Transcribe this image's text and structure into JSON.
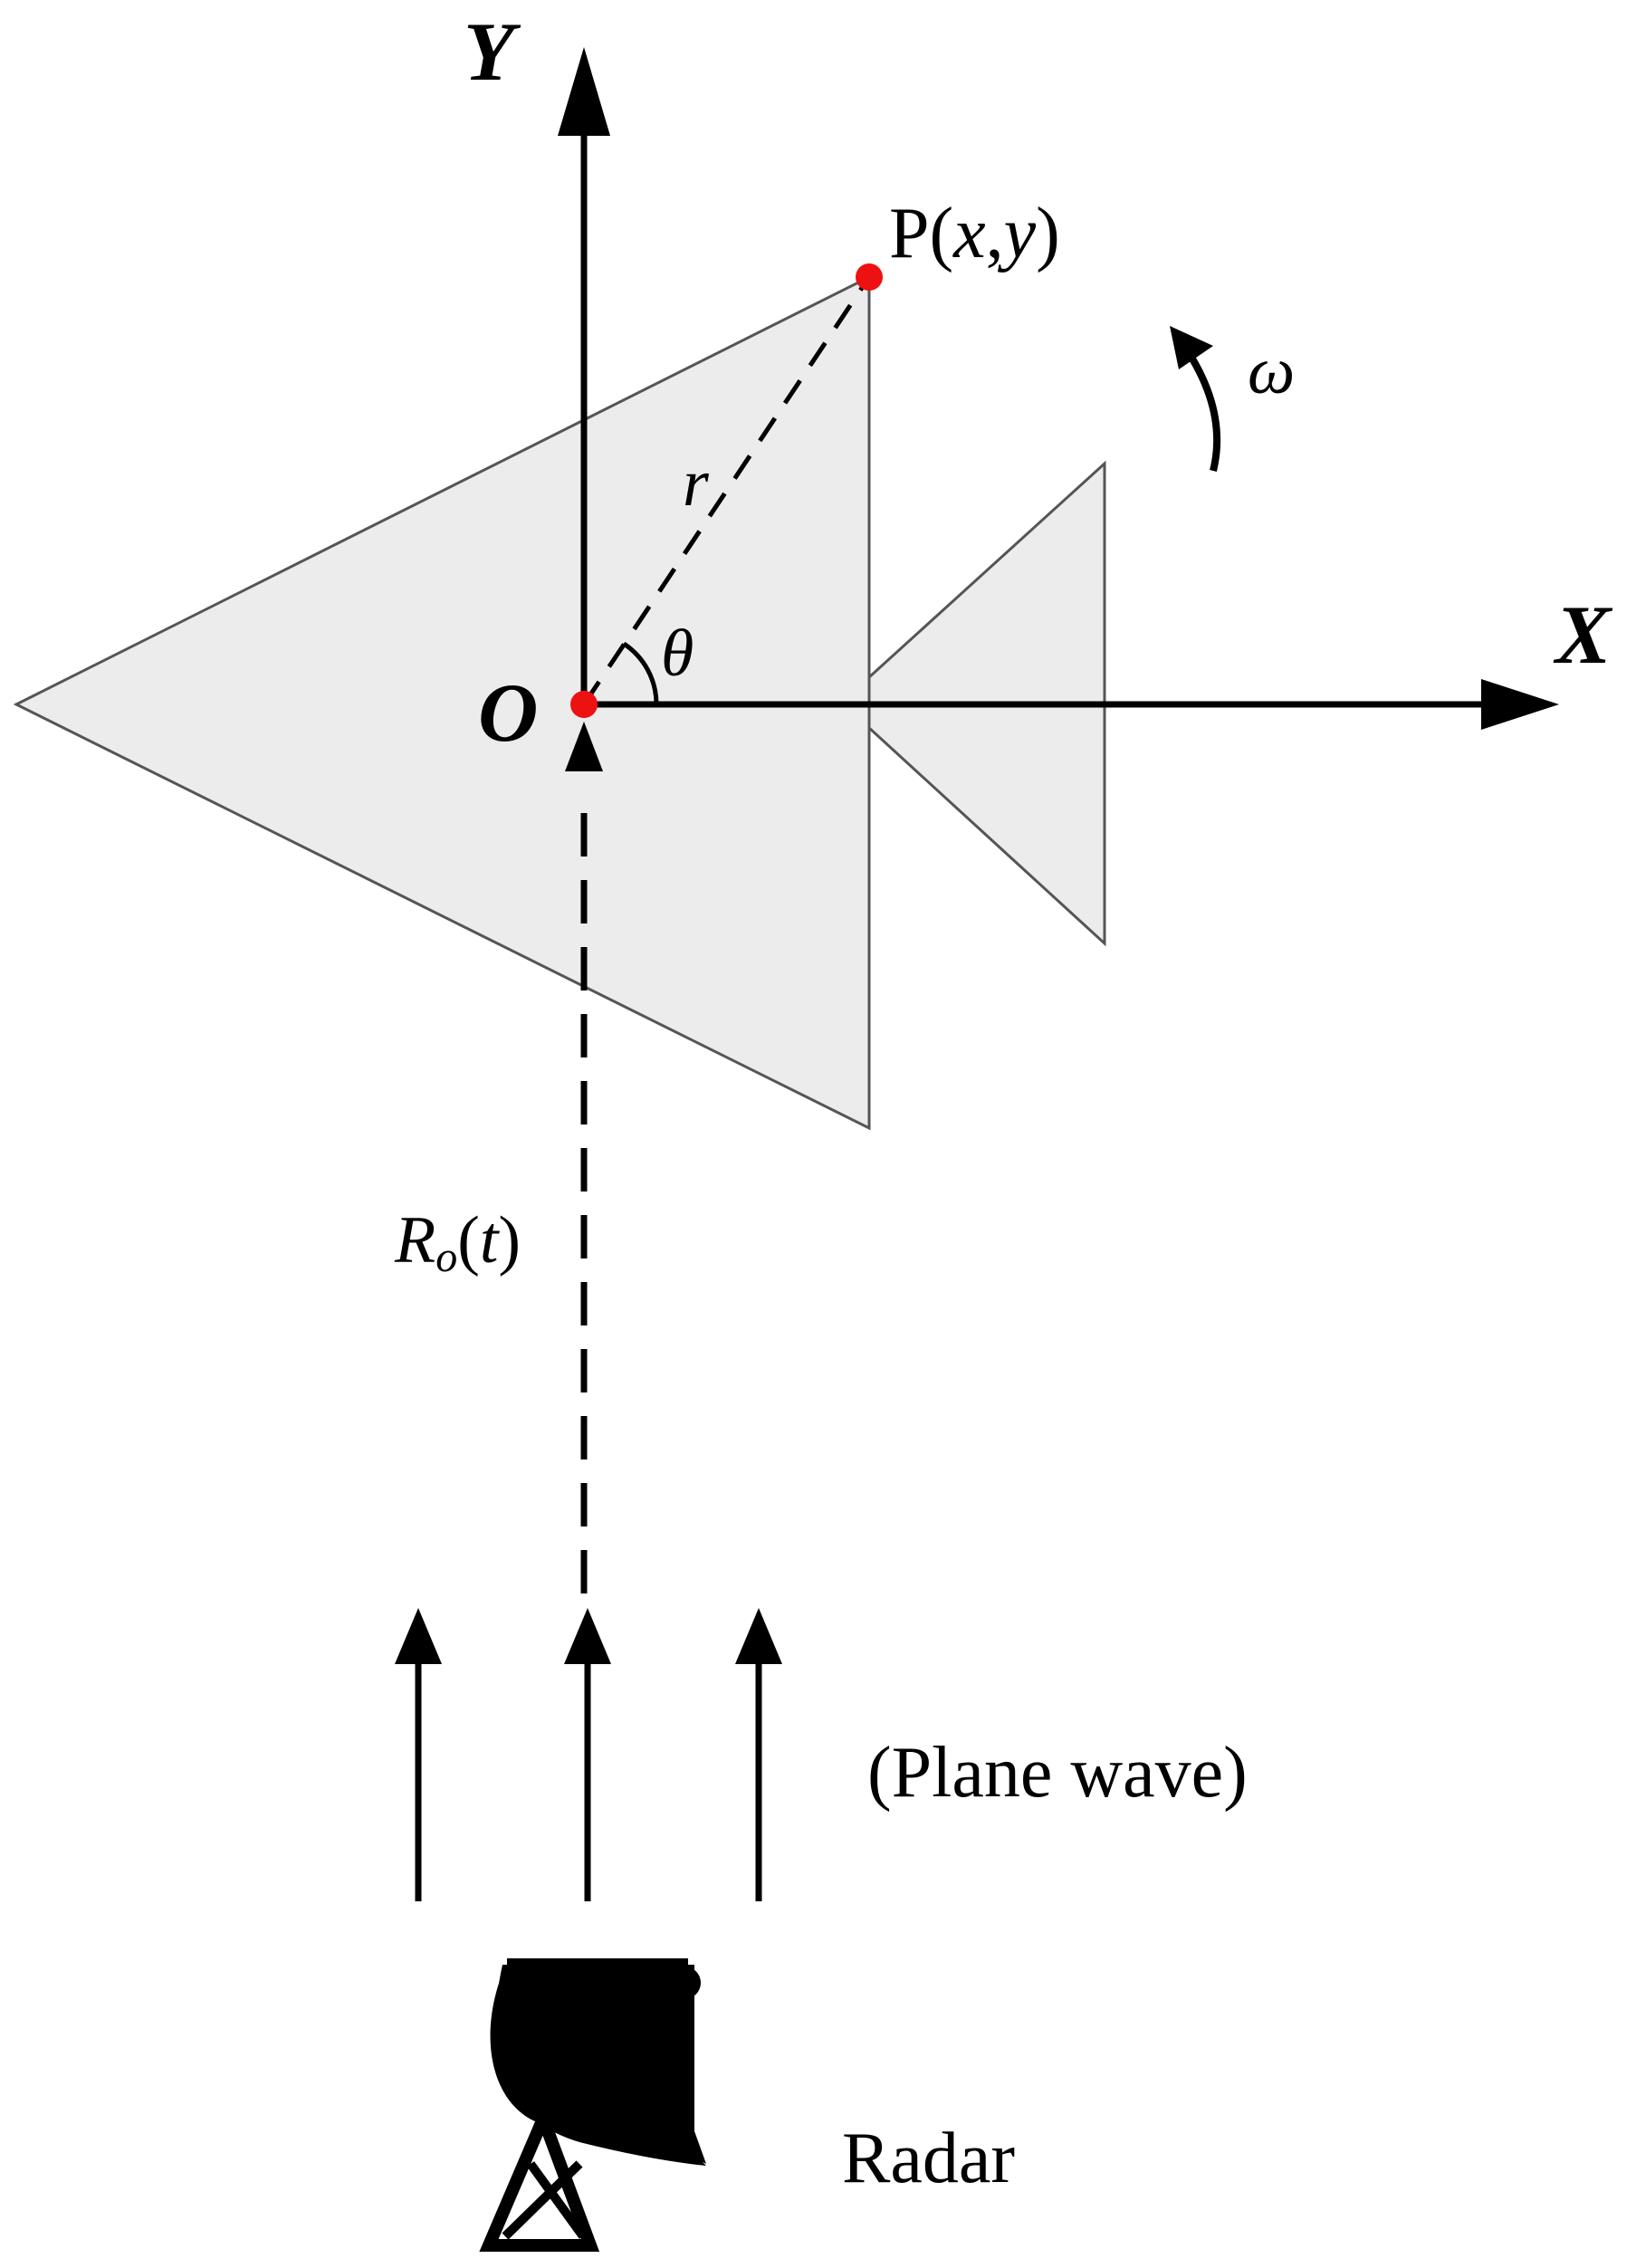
{
  "labels": {
    "y_axis": "Y",
    "x_axis": "X",
    "origin": "O",
    "point_prefix": "P(",
    "point_x": "x",
    "point_comma": ",",
    "point_y": "y",
    "point_suffix": ")",
    "radius": "r",
    "angle": "θ",
    "omega": "ω",
    "range_R": "R",
    "range_sub": "o",
    "range_paren_open": "(",
    "range_t": "t",
    "range_paren_close": ")",
    "plane_wave": "(Plane wave)",
    "radar": "Radar"
  },
  "colors": {
    "target_fill": "#ececec",
    "target_stroke": "#555555",
    "point_marker": "#ee1111",
    "ink": "#000000"
  },
  "icons": {
    "radar": "radar-dish-icon",
    "rotation": "rotation-arrow-icon"
  }
}
